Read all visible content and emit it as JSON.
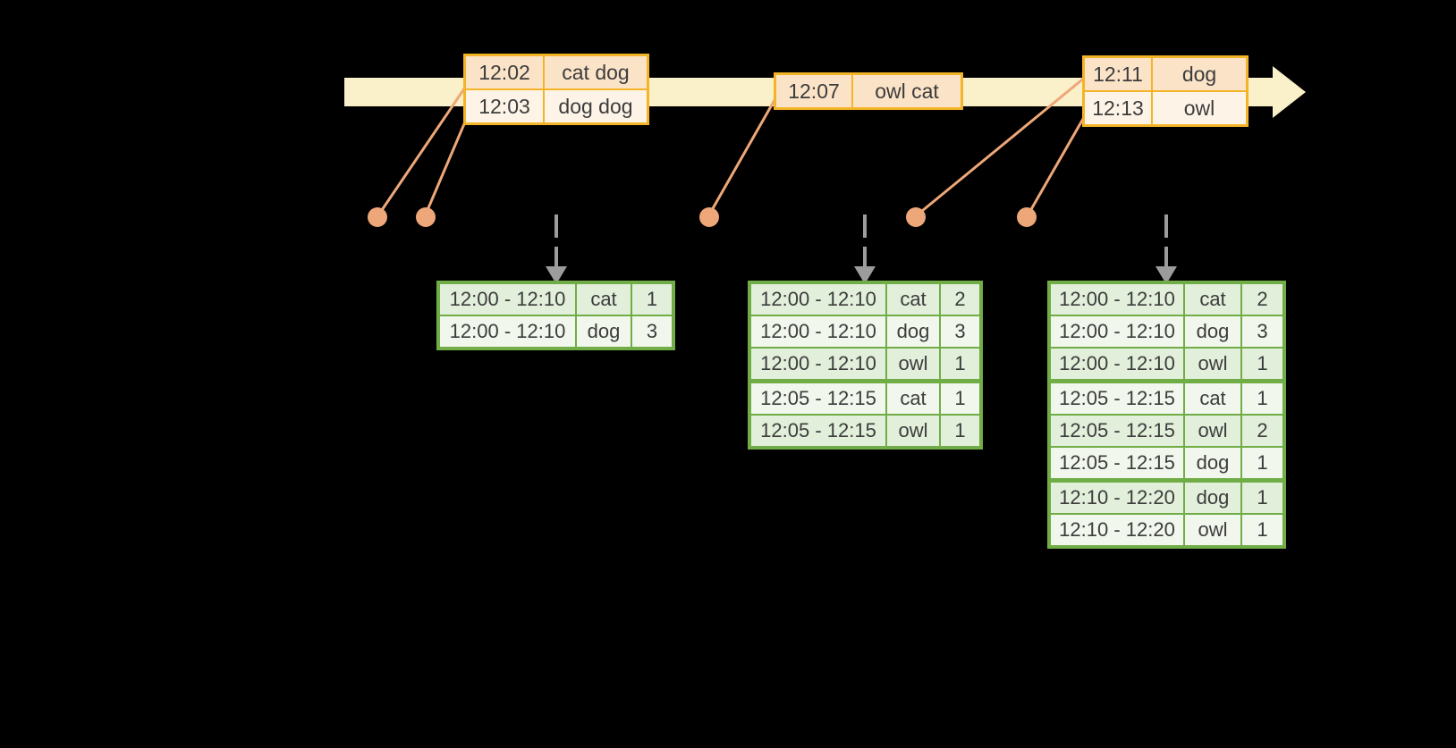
{
  "colors": {
    "background": "#000000",
    "timeline_band": "#faf0c9",
    "event_table_border": "#f4b428",
    "event_row_peach": "#fbe3c8",
    "event_row_cream": "#fdf4e7",
    "event_marker_salmon": "#eea778",
    "result_table_border": "#70ad47",
    "result_row_tint": "#e2efda",
    "result_row_light": "#f1f7ec",
    "trigger_arrow_gray": "#9c9c9c",
    "text": "#3c3c3c"
  },
  "event_tables": [
    {
      "rows": [
        {
          "time": "12:02",
          "words": "cat dog"
        },
        {
          "time": "12:03",
          "words": "dog dog"
        }
      ]
    },
    {
      "rows": [
        {
          "time": "12:07",
          "words": "owl cat"
        }
      ]
    },
    {
      "rows": [
        {
          "time": "12:11",
          "words": "dog"
        },
        {
          "time": "12:13",
          "words": "owl"
        }
      ]
    }
  ],
  "result_tables": [
    {
      "rows": [
        {
          "window": "12:00 - 12:10",
          "word": "cat",
          "count": "1"
        },
        {
          "window": "12:00 - 12:10",
          "word": "dog",
          "count": "3"
        }
      ]
    },
    {
      "rows": [
        {
          "window": "12:00 - 12:10",
          "word": "cat",
          "count": "2"
        },
        {
          "window": "12:00 - 12:10",
          "word": "dog",
          "count": "3"
        },
        {
          "window": "12:00 - 12:10",
          "word": "owl",
          "count": "1"
        },
        {
          "window": "12:05 - 12:15",
          "word": "cat",
          "count": "1"
        },
        {
          "window": "12:05 - 12:15",
          "word": "owl",
          "count": "1"
        }
      ]
    },
    {
      "rows": [
        {
          "window": "12:00 - 12:10",
          "word": "cat",
          "count": "2"
        },
        {
          "window": "12:00 - 12:10",
          "word": "dog",
          "count": "3"
        },
        {
          "window": "12:00 - 12:10",
          "word": "owl",
          "count": "1"
        },
        {
          "window": "12:05 - 12:15",
          "word": "cat",
          "count": "1"
        },
        {
          "window": "12:05 - 12:15",
          "word": "owl",
          "count": "2"
        },
        {
          "window": "12:05 - 12:15",
          "word": "dog",
          "count": "1"
        },
        {
          "window": "12:10 - 12:20",
          "word": "dog",
          "count": "1"
        },
        {
          "window": "12:10 - 12:20",
          "word": "owl",
          "count": "1"
        }
      ]
    }
  ]
}
